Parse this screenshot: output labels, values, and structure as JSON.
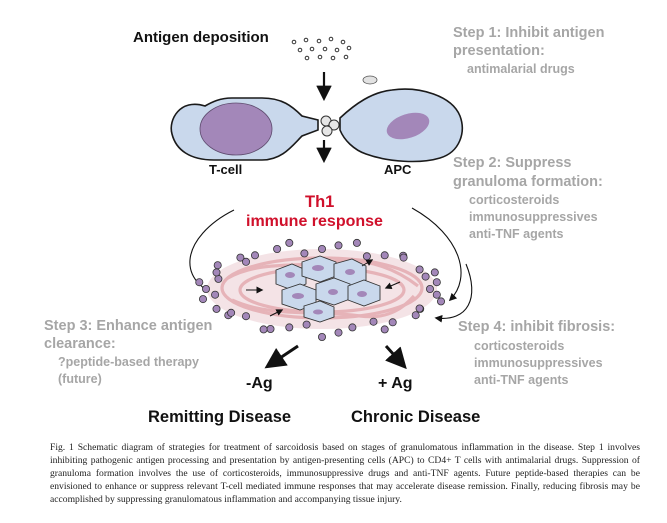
{
  "top": {
    "antigen_deposition": "Antigen deposition"
  },
  "cells": {
    "tcell": "T-cell",
    "apc": "APC"
  },
  "center": {
    "th1": "Th1",
    "immune_response": "immune response"
  },
  "step1": {
    "title_l1": "Step 1: Inhibit antigen",
    "title_l2": "presentation:",
    "items": [
      "antimalarial drugs"
    ]
  },
  "step2": {
    "title_l1": "Step 2: Suppress",
    "title_l2": "granuloma formation:",
    "items": [
      "corticosteroids",
      "immunosuppressives",
      "anti-TNF agents"
    ]
  },
  "step3": {
    "title_l1": "Step 3: Enhance antigen",
    "title_l2": "clearance:",
    "items": [
      "?peptide-based therapy",
      "(future)"
    ]
  },
  "step4": {
    "title": "Step 4: inhibit fibrosis:",
    "items": [
      "corticosteroids",
      "immunosuppressives",
      "anti-TNF agents"
    ]
  },
  "outcomes": {
    "left_label": "-Ag",
    "right_label": "+ Ag",
    "remitting": "Remitting Disease",
    "chronic": "Chronic Disease"
  },
  "caption": "Fig. 1  Schematic diagram of strategies for treatment of sarcoidosis based on stages of granulomatous inflammation in the disease. Step 1 involves inhibiting pathogenic antigen processing and presentation by antigen-presenting cells (APC) to CD4+ T cells with antimalarial drugs. Suppression of granuloma formation involves the use of corticosteroids, immunosuppressive drugs and anti-TNF agents. Future peptide-based therapies can be envisioned to enhance or suppress relevant T-cell mediated immune responses that may accelerate disease remission. Finally, reducing fibrosis may be accomplished by suppressing granulomatous inflammation and accompanying tissue injury.",
  "colors": {
    "cell_fill": "#c9d8ec",
    "nucleus": "#a387b9",
    "red_text": "#d0102b",
    "grey_text": "#a6a6a6",
    "fibrosis": "#e6b3b8"
  }
}
